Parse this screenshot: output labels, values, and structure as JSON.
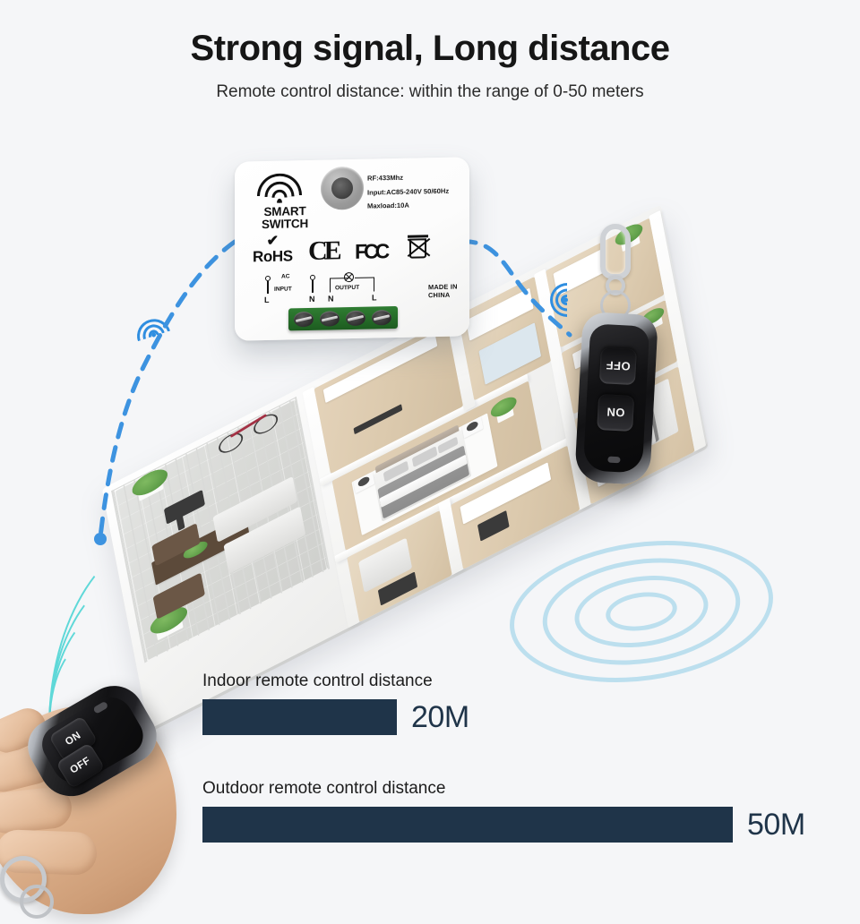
{
  "header": {
    "title": "Strong signal, Long distance",
    "subtitle": "Remote control distance: within the range of 0-50 meters"
  },
  "device": {
    "brand_line1": "SMART",
    "brand_line2": "SWITCH",
    "wifi_icon": "wifi-signal-icon",
    "button_icon": "push-button-icon",
    "specs": {
      "rf": "RF:433Mhz",
      "input": "Input:AC85-240V 50/60Hz",
      "maxload": "Maxload:10A"
    },
    "certifications": {
      "rohs": "RoHS",
      "rohs_tick": "✔",
      "ce": "CE",
      "fcc": "FCC",
      "weee": "weee-bin-icon"
    },
    "terminals": {
      "ac_label": "AC",
      "input_label": "INPUT",
      "output_label": "OUTPUT",
      "input_l": "L",
      "input_n": "N",
      "output_n": "N",
      "output_l": "L"
    },
    "origin": "MADE IN CHINA",
    "terminal_block_color": "#2f7d32"
  },
  "remote_hanging": {
    "top_button": "OFF",
    "bottom_button": "ON",
    "carabiner_icon": "carabiner-clip-icon",
    "keyring_icon": "key-ring-icon"
  },
  "remote_hand": {
    "top_button": "ON",
    "bottom_button": "OFF",
    "keyring_icon": "key-ring-icon"
  },
  "colors": {
    "background": "#f5f6f8",
    "bar": "#1f3449",
    "signal_dashed": "#3d93e0",
    "wave_cyan": "#5fd8d8",
    "ring_blue": "#78c4e2",
    "title": "#161616"
  },
  "chart_data": {
    "type": "bar",
    "title": "Remote control distance",
    "categories": [
      "Indoor remote control distance",
      "Outdoor remote control distance"
    ],
    "values": [
      20,
      50
    ],
    "value_labels": [
      "20M",
      "50M"
    ],
    "unit": "M",
    "xlim": [
      0,
      50
    ],
    "orientation": "horizontal",
    "bar_color": "#1f3449",
    "grid": false,
    "legend": false
  }
}
